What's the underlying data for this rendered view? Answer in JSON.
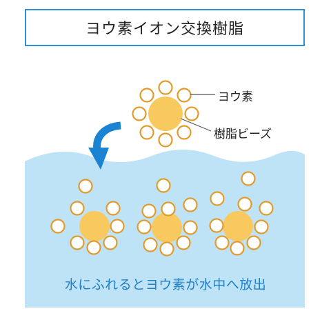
{
  "title": "ヨウ素イオン交換樹脂",
  "labels": {
    "iodine": "ヨウ素",
    "resin_beads": "樹脂ビーズ"
  },
  "caption": "水にふれるとヨウ素が水中へ放出",
  "colors": {
    "title_border": "#2f8fd0",
    "water": "#bfe3f6",
    "bead_fill": "#f8c95f",
    "ring_stroke": "#e39a2a",
    "arrow": "#1a84d2",
    "caption_text": "#1f7fc8"
  },
  "icons": {
    "arrow": "curved-arrow-down"
  }
}
